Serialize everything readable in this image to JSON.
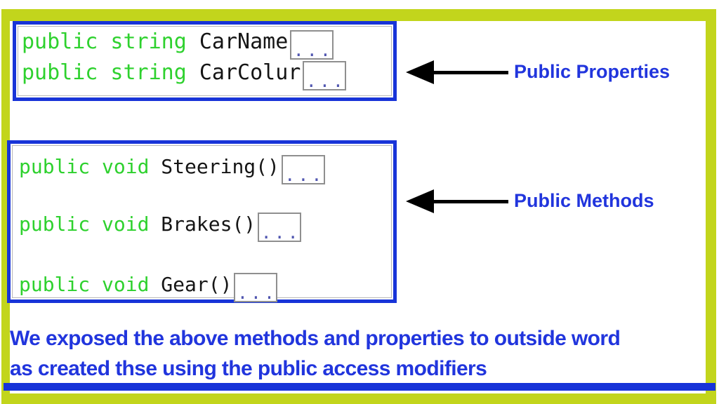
{
  "colors": {
    "frame_green": "#c2d51c",
    "box_border_blue": "#1834d8",
    "keyword_green": "#2ed12e",
    "label_blue": "#2135dd",
    "code_black": "#151515",
    "fold_border": "#8f8f8f",
    "fold_dots": "#5056b0",
    "bottom_bar_blue": "#1733d8"
  },
  "properties_box": {
    "lines": [
      {
        "keyword": "public string ",
        "name": "CarName",
        "fold": "..."
      },
      {
        "keyword": "public string ",
        "name": "CarColur",
        "fold": "..."
      }
    ]
  },
  "methods_box": {
    "lines": [
      {
        "keyword": "public void ",
        "name": "Steering()",
        "fold": "..."
      },
      {
        "keyword": "public void ",
        "name": "Brakes()",
        "fold": "..."
      },
      {
        "keyword": "public void ",
        "name": "Gear()",
        "fold": "..."
      }
    ]
  },
  "annotations": {
    "properties_label": "Public Properties",
    "methods_label": "Public Methods"
  },
  "footer": {
    "line1": "We exposed the above methods and properties to outside word",
    "line2": "as created thse using the public access modifiers"
  }
}
